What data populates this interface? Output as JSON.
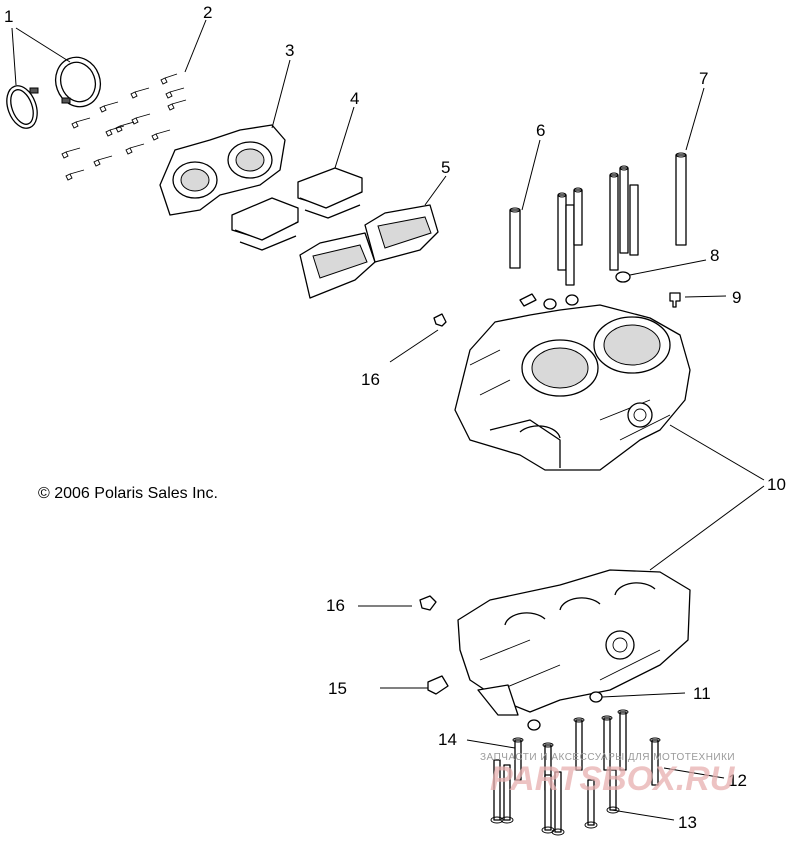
{
  "copyright": "© 2006 Polaris Sales Inc.",
  "callouts": [
    "1",
    "2",
    "3",
    "4",
    "5",
    "6",
    "7",
    "8",
    "9",
    "10",
    "11",
    "12",
    "13",
    "14",
    "15",
    "16",
    "16"
  ],
  "watermark": {
    "tagline": "ЗАПЧАСТИ И АКСЕССУАРЫ ДЛЯ МОТОТЕХНИКИ",
    "logo": "PARTSBOX.RU",
    "logo_color": "#e8b0b0"
  },
  "colors": {
    "line": "#000000",
    "background": "#ffffff"
  }
}
